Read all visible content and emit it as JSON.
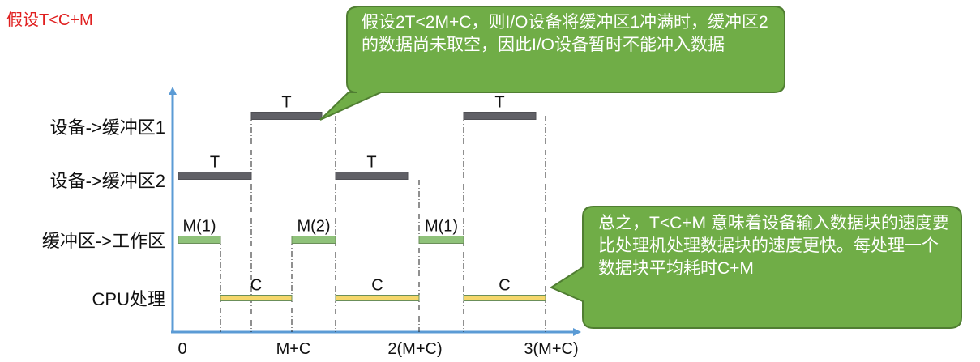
{
  "title": "假设T<C+M",
  "rows": [
    {
      "label": "设备->缓冲区1",
      "color": "#606066"
    },
    {
      "label": "设备->缓冲区2",
      "color": "#606066"
    },
    {
      "label": "缓冲区->工作区",
      "color": "#8fc27a"
    },
    {
      "label": "CPU处理",
      "color": "#f5d76b"
    }
  ],
  "segments": [
    {
      "row": 1,
      "start": 0,
      "end": 1,
      "label": "T"
    },
    {
      "row": 0,
      "start": 1,
      "end": 2,
      "label": "T"
    },
    {
      "row": 1,
      "start": 2,
      "end": 3,
      "label": "T"
    },
    {
      "row": 0,
      "start": 4,
      "end": 5,
      "label": "T"
    },
    {
      "row": 2,
      "start": 0,
      "end": 1,
      "label": "M(1)"
    },
    {
      "row": 2,
      "start": 2,
      "end": 3,
      "label": "M(2)"
    },
    {
      "row": 2,
      "start": 4,
      "end": 5,
      "label": "M(1)"
    },
    {
      "row": 3,
      "start": 1,
      "end": 2,
      "label": "C"
    },
    {
      "row": 3,
      "start": 3,
      "end": 4,
      "label": "C"
    },
    {
      "row": 3,
      "start": 5,
      "end": 6,
      "label": "C"
    }
  ],
  "axis_ticks": [
    {
      "label": "0"
    },
    {
      "label": "M+C"
    },
    {
      "label": "2(M+C)"
    },
    {
      "label": "3(M+C)"
    }
  ],
  "callouts": {
    "top": {
      "text": "假设2T<2M+C，则I/O设备将缓冲区1冲满时，缓冲区2的数据尚未取空，因此I/O设备暂时不能冲入数据"
    },
    "right": {
      "text": "总之，T<C+M 意味着设备输入数据块的速度要比处理机处理数据块的速度更快。每处理一个数据块平均耗时C+M"
    }
  },
  "colors": {
    "axis": "#5b9bd5",
    "callout_fill": "#70ad47",
    "callout_border": "#507e32",
    "title": "#e02020"
  }
}
